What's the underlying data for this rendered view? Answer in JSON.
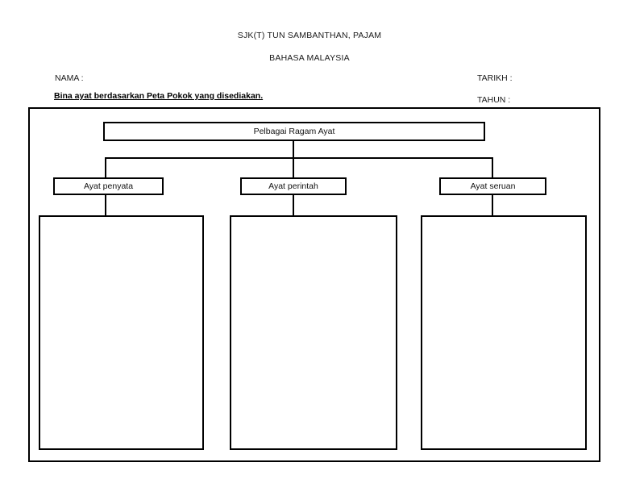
{
  "header": {
    "school_name": "SJK(T) TUN SAMBANTHAN, PAJAM",
    "subject": "BAHASA MALAYSIA"
  },
  "fields": {
    "nama_label": "NAMA :",
    "nama_value": "",
    "tarikh_label": "TARIKH :",
    "tarikh_value": "",
    "tahun_label": "TAHUN :",
    "tahun_value": ""
  },
  "instruction": "Bina ayat berdasarkan Peta Pokok yang disediakan.",
  "tree_map": {
    "root": {
      "label": "Pelbagai Ragam Ayat"
    },
    "branches": [
      {
        "label": "Ayat penyata",
        "answer": ""
      },
      {
        "label": "Ayat perintah",
        "answer": ""
      },
      {
        "label": "Ayat seruan",
        "answer": ""
      }
    ]
  },
  "colors": {
    "page_background": "#ffffff",
    "line": "#000000",
    "text": "#1a1a1a"
  }
}
